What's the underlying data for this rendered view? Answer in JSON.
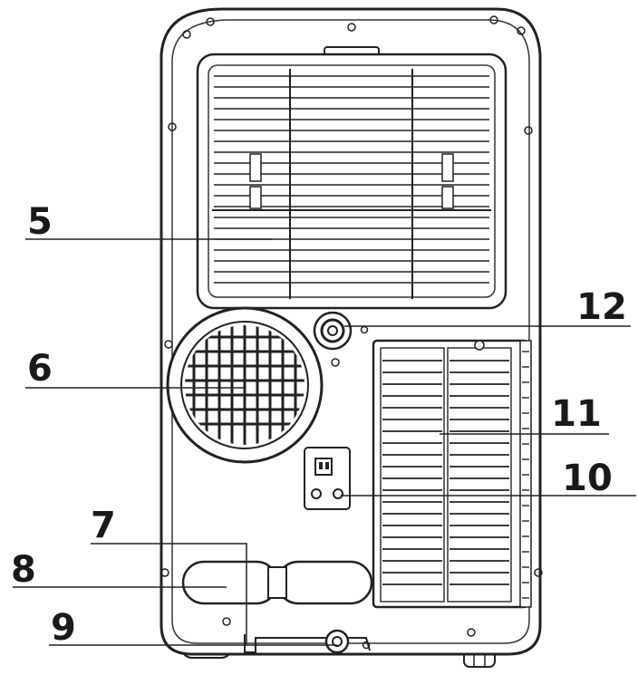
{
  "diagram": {
    "subject": "portable air conditioner rear view",
    "callouts": [
      {
        "id": "5",
        "label": "5"
      },
      {
        "id": "6",
        "label": "6"
      },
      {
        "id": "7",
        "label": "7"
      },
      {
        "id": "8",
        "label": "8"
      },
      {
        "id": "9",
        "label": "9"
      },
      {
        "id": "10",
        "label": "10"
      },
      {
        "id": "11",
        "label": "11"
      },
      {
        "id": "12",
        "label": "12"
      }
    ]
  }
}
